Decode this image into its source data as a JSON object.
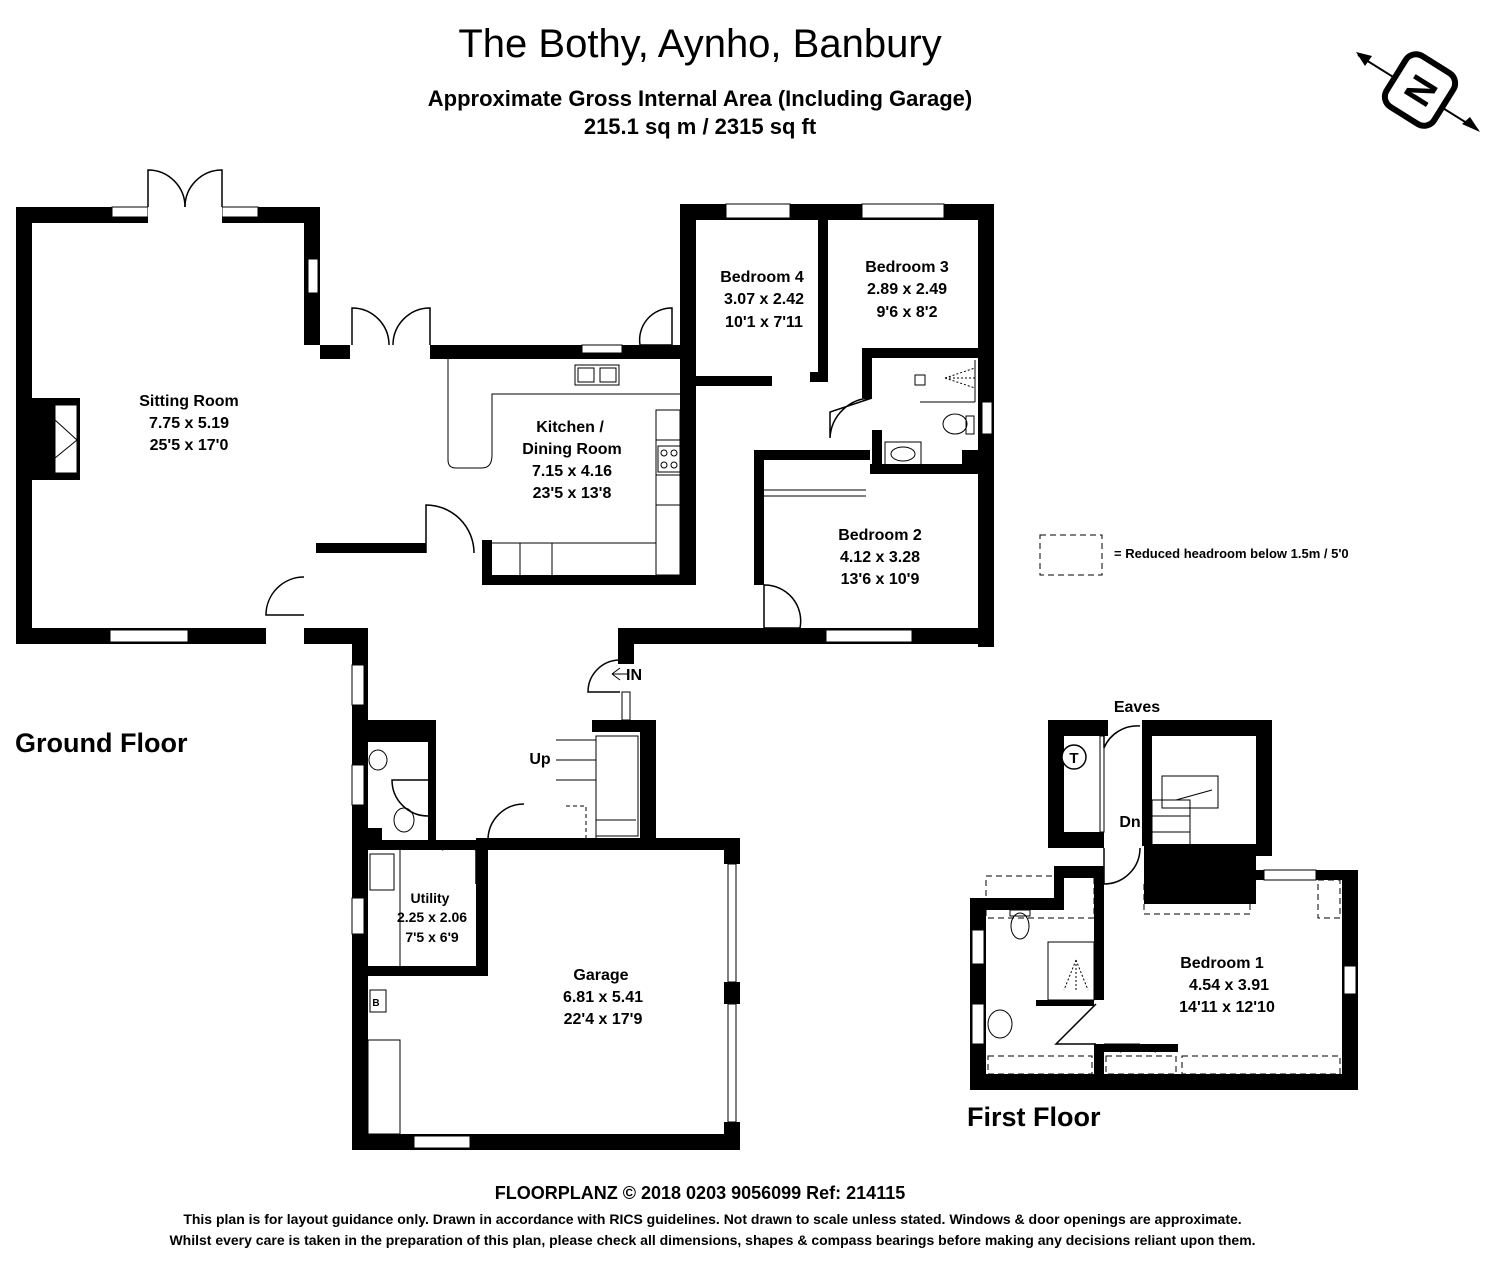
{
  "title": "The Bothy, Aynho, Banbury",
  "area_heading": "Approximate Gross Internal Area (Including Garage)",
  "area_value": "215.1 sq m / 2315 sq ft",
  "floors": {
    "ground": "Ground Floor",
    "first": "First Floor"
  },
  "rooms": {
    "sitting": {
      "name": "Sitting Room",
      "metric": "7.75 x 5.19",
      "imperial": "25'5 x 17'0"
    },
    "kitchen": {
      "name": "Kitchen /",
      "name2": "Dining  Room",
      "metric": "7.15 x 4.16",
      "imperial": "23'5 x 13'8"
    },
    "bedroom4": {
      "name": "Bedroom 4",
      "metric": "3.07 x 2.42",
      "imperial": "10'1 x 7'11"
    },
    "bedroom3": {
      "name": "Bedroom 3",
      "metric": "2.89 x 2.49",
      "imperial": "9'6 x 8'2"
    },
    "bedroom2": {
      "name": "Bedroom 2",
      "metric": "4.12 x 3.28",
      "imperial": "13'6 x 10'9"
    },
    "utility": {
      "name": "Utility",
      "metric": "2.25 x 2.06",
      "imperial": "7'5 x 6'9"
    },
    "garage": {
      "name": "Garage",
      "metric": "6.81 x 5.41",
      "imperial": "22'4 x 17'9"
    },
    "bedroom1": {
      "name": "Bedroom 1",
      "metric": "4.54 x 3.91",
      "imperial": "14'11 x 12'10"
    }
  },
  "markers": {
    "entrance": "IN",
    "stairs_up": "Up",
    "stairs_down": "Dn",
    "eaves": "Eaves",
    "boiler": "B",
    "tank": "T"
  },
  "legend": "= Reduced headroom below 1.5m / 5'0",
  "compass_letter": "N",
  "footer": {
    "ref_line": "FLOORPLANZ © 2018    0203 9056099    Ref: 214115",
    "disclaimer1": "This plan is for layout guidance only. Drawn in accordance with RICS guidelines. Not drawn to scale unless stated. Windows & door openings are approximate.",
    "disclaimer2": "Whilst every care is taken in the preparation of this plan, please check all dimensions, shapes & compass bearings before making any decisions reliant upon them."
  }
}
